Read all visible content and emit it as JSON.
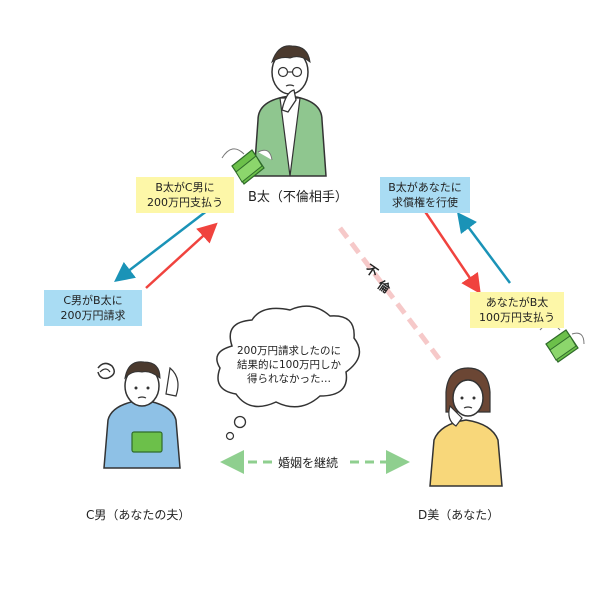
{
  "people": {
    "b": {
      "name": "B太（不倫相手）"
    },
    "c": {
      "name": "C男（あなたの夫）"
    },
    "d": {
      "name": "D美（あなた）"
    }
  },
  "boxes": {
    "b_pays_c": {
      "line1": "B太がC男に",
      "line2": "200万円支払う"
    },
    "c_claims_b": {
      "line1": "C男がB太に",
      "line2": "200万円請求"
    },
    "b_claims_you": {
      "line1": "B太があなたに",
      "line2": "求償権を行使"
    },
    "you_pay_b": {
      "line1": "あなたがB太",
      "line2": "100万円支払う"
    }
  },
  "affair_label": [
    "不",
    "倫"
  ],
  "thought": {
    "line1": "200万円請求したのに",
    "line2": "結果的に100万円しか",
    "line3": "得られなかった…"
  },
  "marriage_label": "婚姻を継続",
  "colors": {
    "red": "#f0433e",
    "teal": "#1a93b7",
    "pink": "#f6c9c9",
    "green": "#8fcf8f"
  }
}
